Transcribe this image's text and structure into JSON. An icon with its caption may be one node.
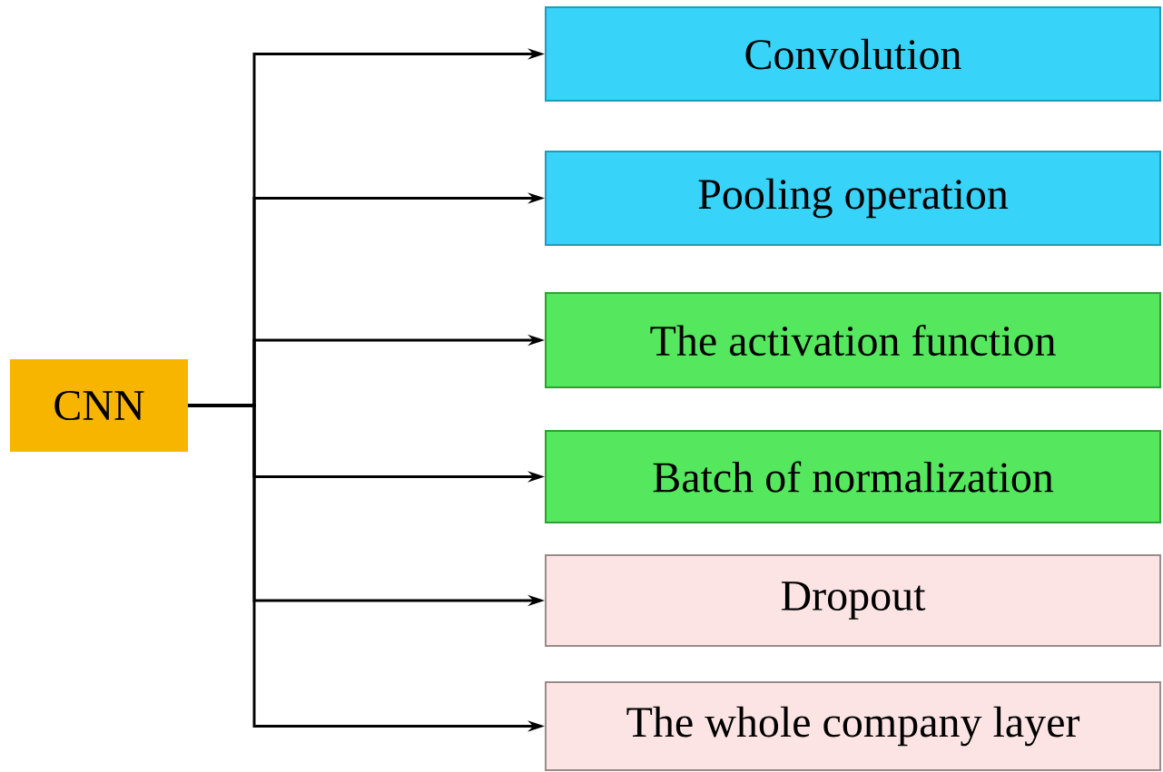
{
  "diagram": {
    "nodes": [
      {
        "text": [
          "CNN"
        ]
      },
      {
        "text": [
          "Convolution"
        ]
      },
      {
        "text": [
          "Pooling operation"
        ]
      },
      {
        "text": [
          "The activation function"
        ]
      },
      {
        "text": [
          "Batch of normalization"
        ]
      },
      {
        "text": [
          "Dropout"
        ]
      },
      {
        "text": [
          "The whole company layer"
        ]
      }
    ],
    "edges": [
      {
        "from": 0,
        "to": 1,
        "arrow": "to"
      },
      {
        "from": 0,
        "to": 2,
        "arrow": "to"
      },
      {
        "from": 0,
        "to": 3,
        "arrow": "to"
      },
      {
        "from": 0,
        "to": 4,
        "arrow": "to"
      },
      {
        "from": 0,
        "to": 5,
        "arrow": "to"
      },
      {
        "from": 0,
        "to": 6,
        "arrow": "to"
      }
    ]
  }
}
